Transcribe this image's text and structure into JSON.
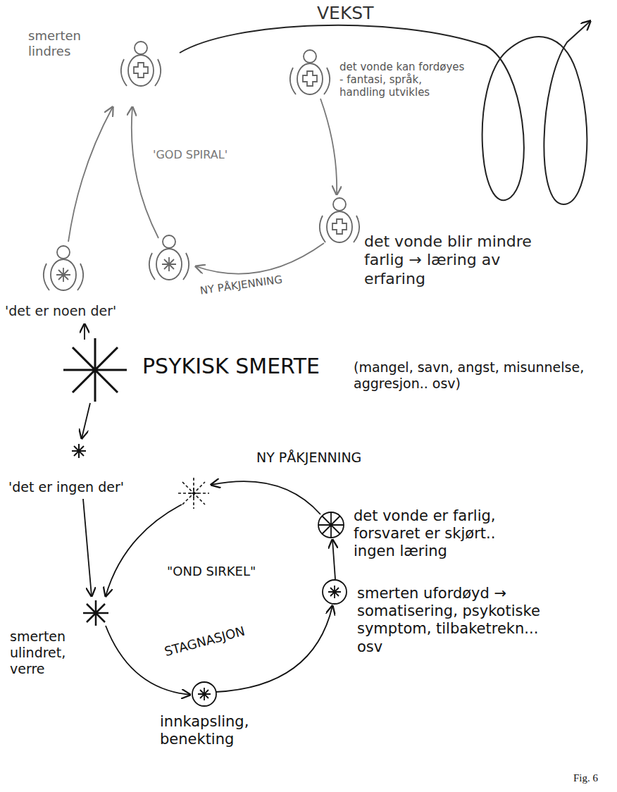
{
  "diagram": {
    "caption": "Fig. 6",
    "labels": [
      "VEKST",
      "smerten lindres",
      "det vonde kan fordøyes - fantasi, språk, handling utvikles",
      "'GOD SPIRAL'",
      "det vonde blir mindre farlig → læring av erfaring",
      "NY PÅKJENNING",
      "'det er noen der'",
      "PSYKISK SMERTE",
      "(mangel, savn, angst, misunnelse, aggresjon.. osv)",
      "'det er ingen der'",
      "NY PÅKJENNING",
      "det vonde er farlig, forsvaret er skjørt.. ingen læring",
      "\"OND SIRKEL\"",
      "smerten ulindret, verre",
      "STAGNASJON",
      "smerten ufordøyd → somatisering, psykotiske symptom, tilbaketrekn... osv",
      "innkapsling, benekting"
    ]
  }
}
